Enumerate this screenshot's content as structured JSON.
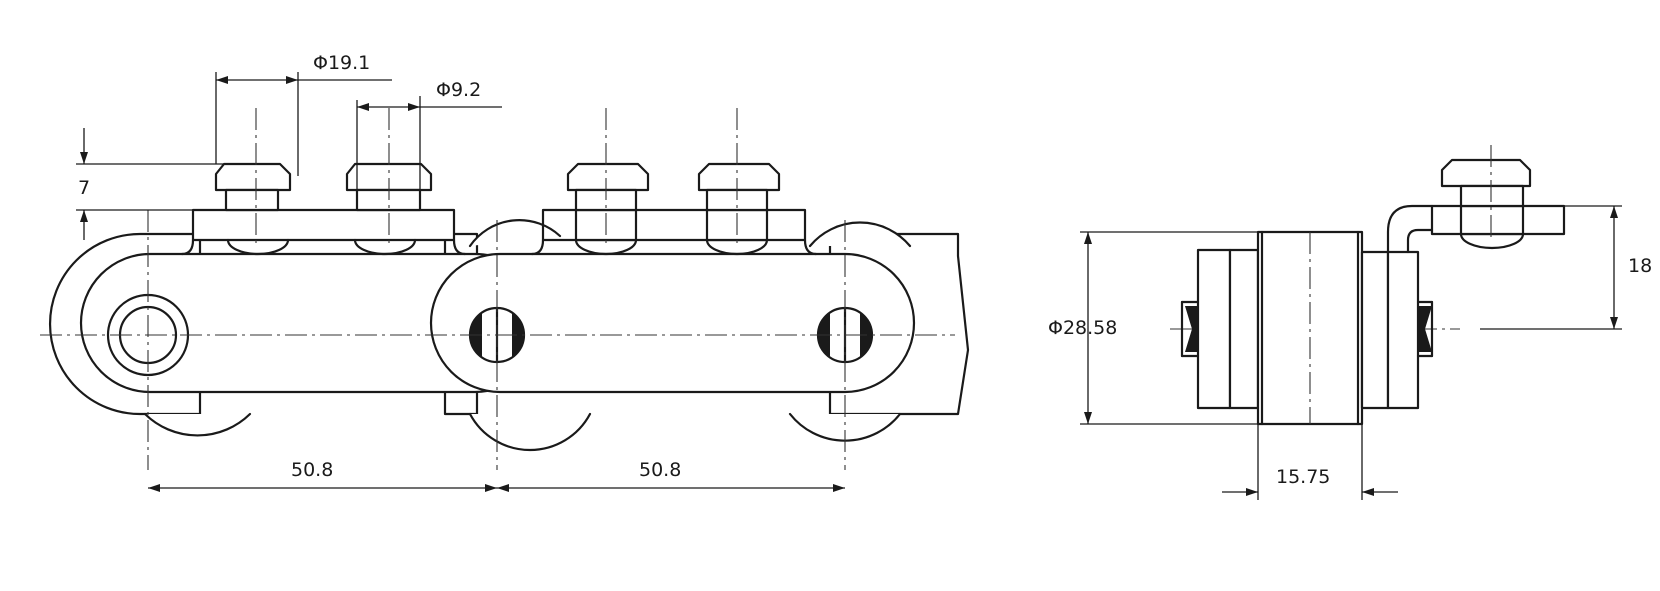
{
  "dimensions": {
    "flange_diameter": "Φ19.1",
    "head_diameter": "Φ9.2",
    "head_height": "7",
    "pitch_left": "50.8",
    "pitch_right": "50.8",
    "roller_diameter": "Φ28.58",
    "roller_width": "15.75",
    "attachment_height": "18"
  },
  "colors": {
    "line": "#1a1a1a",
    "background": "#ffffff"
  }
}
